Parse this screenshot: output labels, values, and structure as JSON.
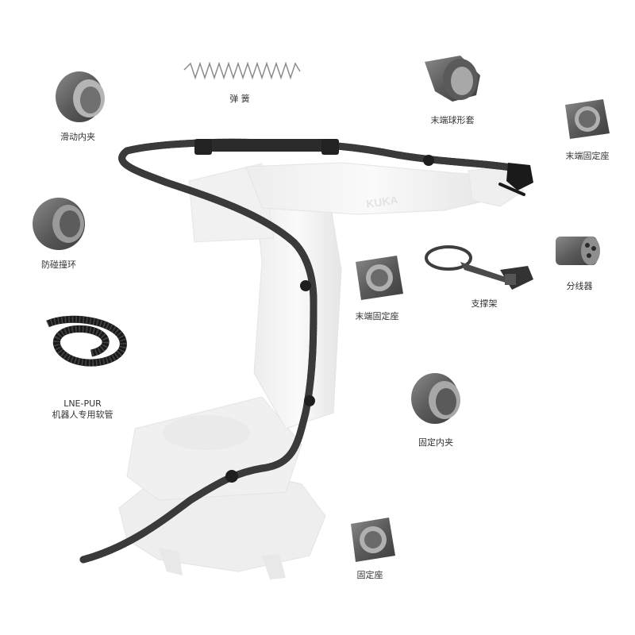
{
  "robot_brand": "KUKA",
  "components": {
    "spring": {
      "label": "弹 簧"
    },
    "sliding_clamp": {
      "label": "滑动内夹"
    },
    "end_ball_sleeve": {
      "label": "末端球形套"
    },
    "end_fixed_seat_top": {
      "label": "末端固定座"
    },
    "anti_collision_ring": {
      "label": "防碰撞环"
    },
    "end_fixed_seat_mid": {
      "label": "末端固定座"
    },
    "support_bracket": {
      "label": "支撑架"
    },
    "splitter": {
      "label": "分线器"
    },
    "hose": {
      "label_line1": "LNE-PUR",
      "label_line2": "机器人专用软管"
    },
    "fixed_inner_clamp": {
      "label": "固定内夹"
    },
    "fixed_seat": {
      "label": "固定座"
    }
  },
  "colors": {
    "part_dark": "#4a4a4a",
    "part_mid": "#6e6e6e",
    "part_light": "#9a9a9a",
    "hose": "#1a1a1a",
    "robot_body": "#f2f2f2",
    "label": "#333333"
  }
}
